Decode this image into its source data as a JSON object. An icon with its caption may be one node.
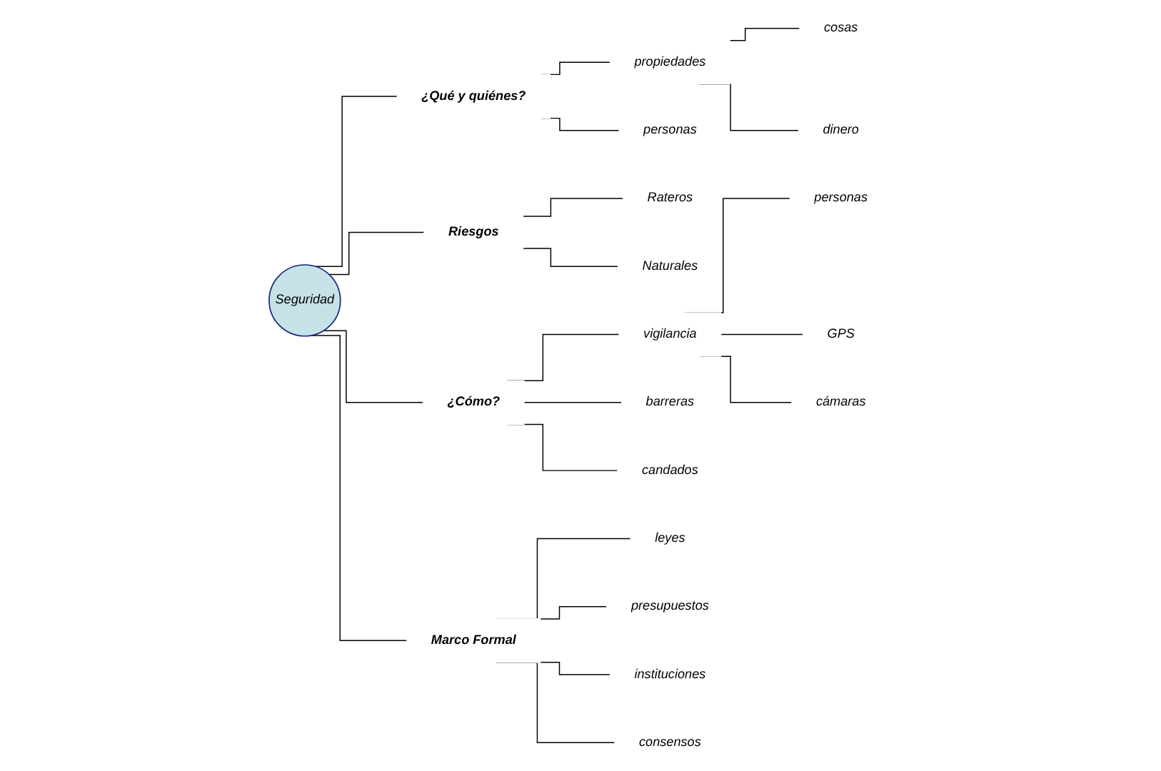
{
  "diagram": {
    "nodes": [
      {
        "text": [
          "Seguridad"
        ]
      },
      {
        "text": [
          "¿Qué y quiénes?"
        ]
      },
      {
        "text": [
          "cosas"
        ]
      },
      {
        "text": [
          "propiedades"
        ]
      },
      {
        "text": [
          "dinero"
        ]
      },
      {
        "text": [
          "personas"
        ]
      },
      {
        "text": [
          "Riesgos"
        ]
      },
      {
        "text": [
          "Rateros"
        ]
      },
      {
        "text": [
          "Naturales"
        ]
      },
      {
        "text": [
          "vigilancia"
        ]
      },
      {
        "text": [
          "personas"
        ]
      },
      {
        "text": [
          "GPS"
        ]
      },
      {
        "text": [
          "cámaras"
        ]
      },
      {
        "text": [
          "barreras"
        ]
      },
      {
        "text": [
          "candados"
        ]
      },
      {
        "text": [
          "¿Cómo?"
        ]
      },
      {
        "text": [
          "Marco Formal"
        ]
      },
      {
        "text": [
          "leyes"
        ]
      },
      {
        "text": [
          "presupuestos"
        ]
      },
      {
        "text": [
          "instituciones"
        ]
      },
      {
        "text": [
          "consensos"
        ]
      }
    ],
    "edges": [
      {
        "from": 0,
        "to": 1,
        "arrow": "none"
      },
      {
        "from": 1,
        "to": 3,
        "arrow": "none"
      },
      {
        "from": 3,
        "to": 2,
        "arrow": "none"
      },
      {
        "from": 3,
        "to": 4,
        "arrow": "none"
      },
      {
        "from": 1,
        "to": 5,
        "arrow": "none"
      },
      {
        "from": 0,
        "to": 6,
        "arrow": "none"
      },
      {
        "from": 6,
        "to": 7,
        "arrow": "none"
      },
      {
        "from": 6,
        "to": 8,
        "arrow": "none"
      },
      {
        "from": 0,
        "to": 15,
        "arrow": "none"
      },
      {
        "from": 15,
        "to": 9,
        "arrow": "none"
      },
      {
        "from": 9,
        "to": 10,
        "arrow": "none"
      },
      {
        "from": 9,
        "to": 11,
        "arrow": "none"
      },
      {
        "from": 9,
        "to": 12,
        "arrow": "none"
      },
      {
        "from": 15,
        "to": 13,
        "arrow": "none"
      },
      {
        "from": 15,
        "to": 14,
        "arrow": "none"
      },
      {
        "from": 0,
        "to": 16,
        "arrow": "none"
      },
      {
        "from": 16,
        "to": 17,
        "arrow": "none"
      },
      {
        "from": 16,
        "to": 18,
        "arrow": "none"
      },
      {
        "from": 16,
        "to": 19,
        "arrow": "none"
      },
      {
        "from": 16,
        "to": 20,
        "arrow": "none"
      }
    ]
  }
}
